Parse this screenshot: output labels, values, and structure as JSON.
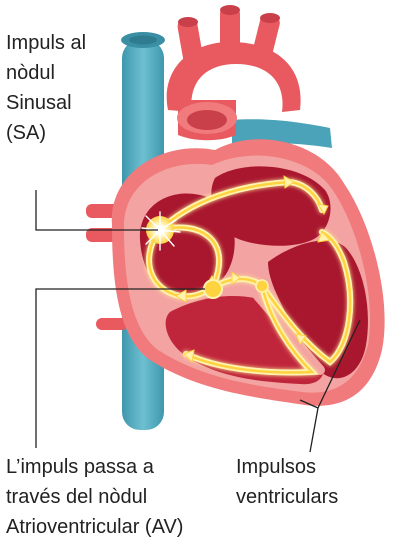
{
  "labels": {
    "sa": [
      "Impuls al",
      "nòdul",
      "Sinusal",
      "(SA)"
    ],
    "av": [
      "L’impuls passa  a",
      "través del nòdul",
      "Atrioventricular (AV)"
    ],
    "ventricular": [
      "Impulsos",
      "ventriculars"
    ]
  },
  "colors": {
    "vein_blue": "#4aa3b8",
    "artery_red": "#e85a5f",
    "heart_outer": "#f07a7c",
    "heart_muscle": "#f3a3a1",
    "chamber_dark": "#a9172e",
    "chamber_mid": "#c0263b",
    "impulse_yellow": "#ffd23f",
    "impulse_glow": "#fff3b0",
    "leader_line": "#222222"
  },
  "icons": {
    "sa_node": "sa-node-starburst",
    "av_node": "av-node-dot",
    "impulse_arrow": "impulse-arrowhead"
  }
}
